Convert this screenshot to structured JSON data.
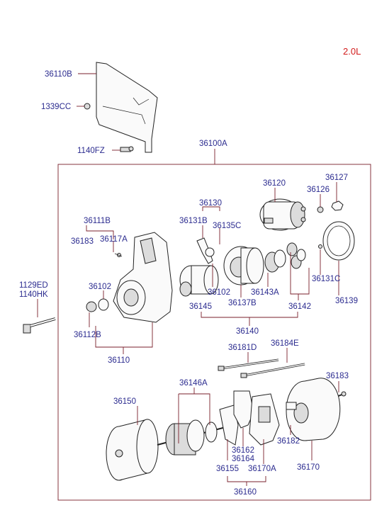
{
  "engine": "2.0L",
  "labels": {
    "l36110B": "36110B",
    "l1339CC": "1339CC",
    "l1140FZ": "1140FZ",
    "l36100A": "36100A",
    "l36120": "36120",
    "l36127": "36127",
    "l36126": "36126",
    "l36130": "36130",
    "l36111B": "36111B",
    "l36131B": "36131B",
    "l36135C": "36135C",
    "l36183a": "36183",
    "l36117A": "36117A",
    "l36131C": "36131C",
    "l1129ED": "1129ED",
    "l1140HK": "1140HK",
    "l36102a": "36102",
    "l36102b": "36102",
    "l36143A": "36143A",
    "l36139": "36139",
    "l36145": "36145",
    "l36137B": "36137B",
    "l36142": "36142",
    "l36112B": "36112B",
    "l36140": "36140",
    "l36110": "36110",
    "l36181D": "36181D",
    "l36184E": "36184E",
    "l36183b": "36183",
    "l36146A": "36146A",
    "l36150": "36150",
    "l36182": "36182",
    "l36162": "36162",
    "l36164": "36164",
    "l36155": "36155",
    "l36170A": "36170A",
    "l36170": "36170",
    "l36160": "36160"
  }
}
